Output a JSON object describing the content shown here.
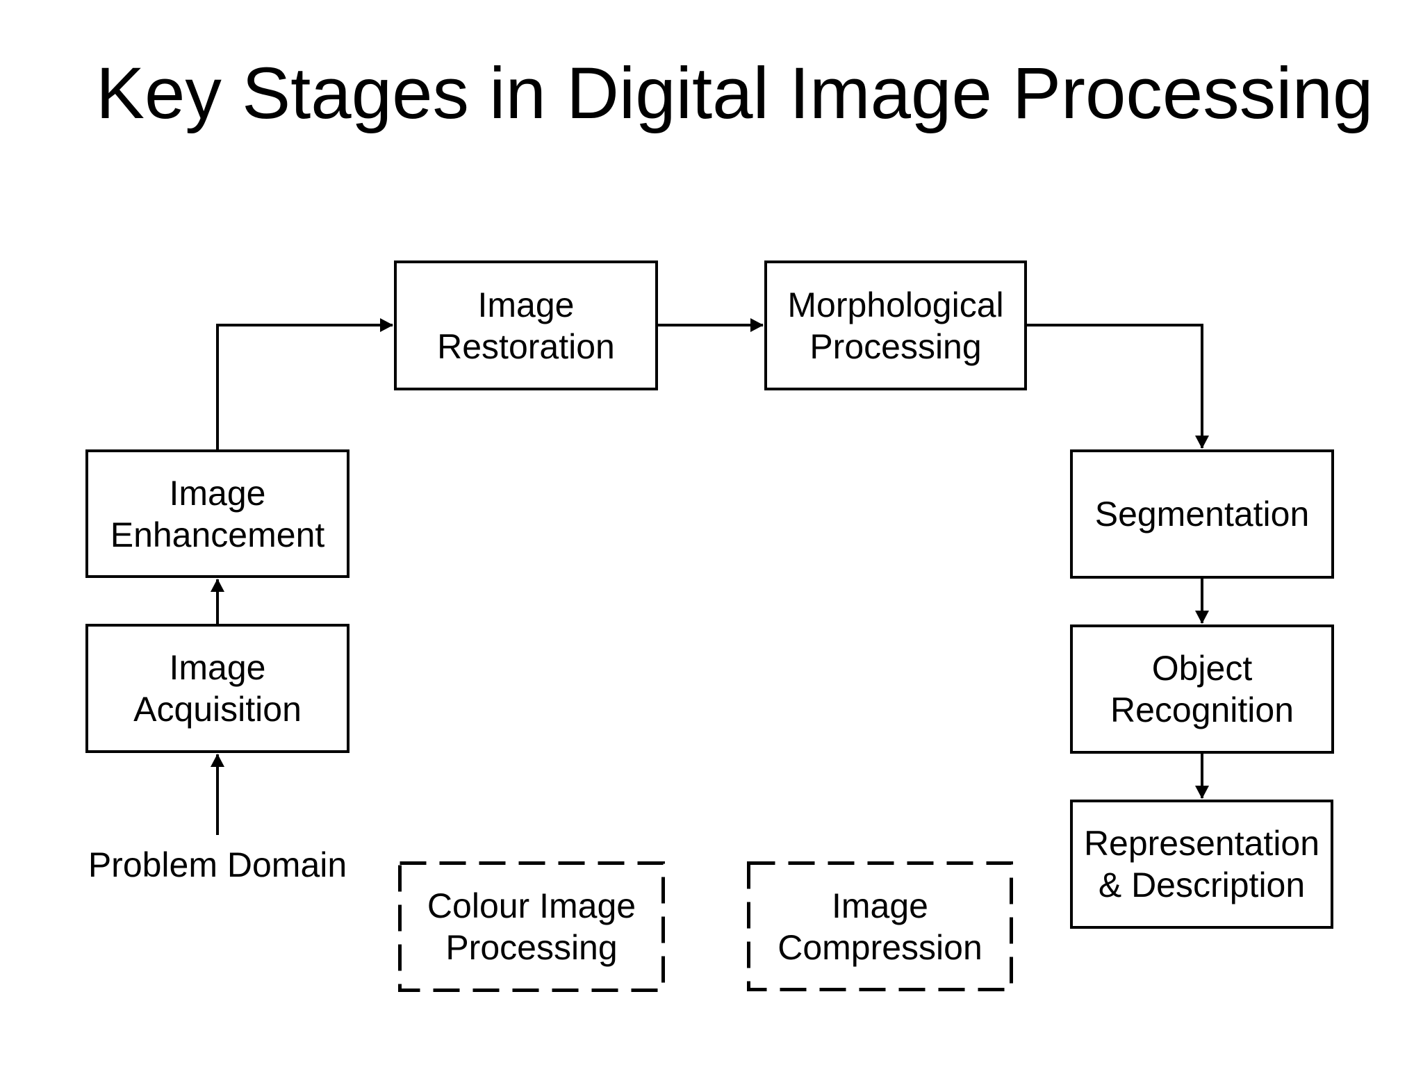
{
  "title": "Key Stages in Digital Image Processing",
  "colors": {
    "ink": "#000000",
    "background": "#ffffff"
  },
  "nodes": {
    "image_restoration": {
      "lines": [
        "Image",
        "Restoration"
      ],
      "border": "solid"
    },
    "morphological_processing": {
      "lines": [
        "Morphological",
        "Processing"
      ],
      "border": "solid"
    },
    "image_enhancement": {
      "lines": [
        "Image",
        "Enhancement"
      ],
      "border": "solid"
    },
    "image_acquisition": {
      "lines": [
        "Image",
        "Acquisition"
      ],
      "border": "solid"
    },
    "segmentation": {
      "lines": [
        "Segmentation"
      ],
      "border": "solid"
    },
    "object_recognition": {
      "lines": [
        "Object",
        "Recognition"
      ],
      "border": "solid"
    },
    "representation_description": {
      "lines": [
        "Representation",
        "& Description"
      ],
      "border": "solid"
    },
    "colour_image_processing": {
      "lines": [
        "Colour Image",
        "Processing"
      ],
      "border": "dashed"
    },
    "image_compression": {
      "lines": [
        "Image",
        "Compression"
      ],
      "border": "dashed"
    }
  },
  "labels": {
    "problem_domain": "Problem Domain"
  },
  "arrows": [
    {
      "from": "problem_domain",
      "to": "image_acquisition"
    },
    {
      "from": "image_acquisition",
      "to": "image_enhancement"
    },
    {
      "from": "image_enhancement",
      "to": "image_restoration"
    },
    {
      "from": "image_restoration",
      "to": "morphological_processing"
    },
    {
      "from": "morphological_processing",
      "to": "segmentation"
    },
    {
      "from": "segmentation",
      "to": "object_recognition"
    },
    {
      "from": "object_recognition",
      "to": "representation_description"
    }
  ]
}
